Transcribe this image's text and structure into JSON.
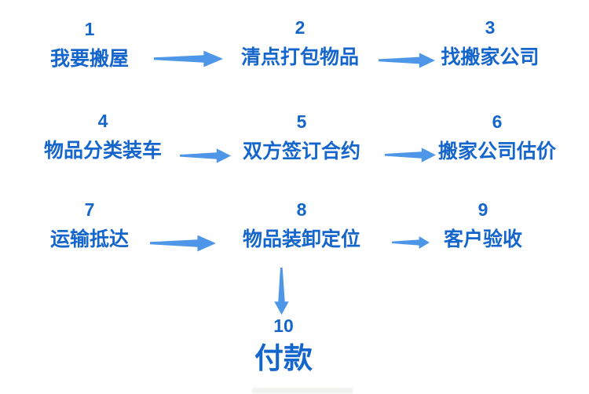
{
  "palette": {
    "text_blue": "#1566cc",
    "arrow_blue": "#4e96e8",
    "background": "#ffffff"
  },
  "flowchart": {
    "description": "moving-house-process-flow",
    "steps": [
      {
        "number": "1",
        "label": "我要搬屋"
      },
      {
        "number": "2",
        "label": "清点打包物品"
      },
      {
        "number": "3",
        "label": "找搬家公司"
      },
      {
        "number": "4",
        "label": "物品分类装车"
      },
      {
        "number": "5",
        "label": "双方签订合约"
      },
      {
        "number": "6",
        "label": "搬家公司估价"
      },
      {
        "number": "7",
        "label": "运输抵达"
      },
      {
        "number": "8",
        "label": "物品装卸定位"
      },
      {
        "number": "9",
        "label": "客户验收"
      },
      {
        "number": "10",
        "label": "付款"
      }
    ],
    "connections": [
      {
        "from": "1",
        "to": "2",
        "direction": "right"
      },
      {
        "from": "2",
        "to": "3",
        "direction": "right"
      },
      {
        "from": "4",
        "to": "5",
        "direction": "right"
      },
      {
        "from": "5",
        "to": "6",
        "direction": "right"
      },
      {
        "from": "7",
        "to": "8",
        "direction": "right"
      },
      {
        "from": "8",
        "to": "9",
        "direction": "right"
      },
      {
        "from": "8",
        "to": "10",
        "direction": "down"
      }
    ]
  }
}
